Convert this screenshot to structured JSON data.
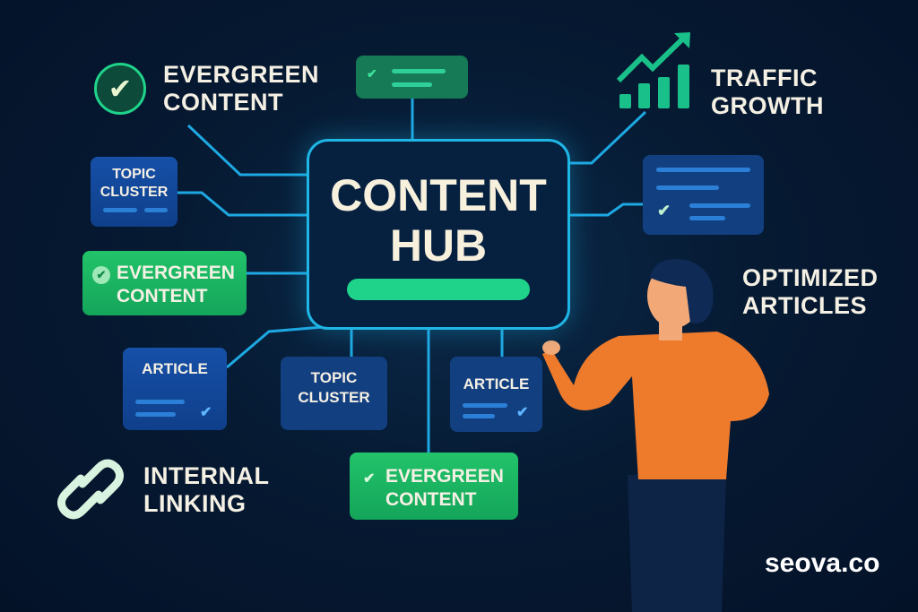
{
  "hub": {
    "line1": "CONTENT",
    "line2": "HUB"
  },
  "labels": {
    "evergreen_top": [
      "EVERGREEN",
      "CONTENT"
    ],
    "traffic": [
      "TRAFFIC",
      "GROWTH"
    ],
    "optimized": [
      "OPTIMIZED",
      "ARTICLES"
    ],
    "internal": [
      "INTERNAL",
      "LINKING"
    ]
  },
  "cards": {
    "topic1": [
      "TOPIC",
      "CLUSTER"
    ],
    "evergreen_left": [
      "EVERGREEN",
      "CONTENT"
    ],
    "article1": "ARTICLE",
    "topic2": [
      "TOPIC",
      "CLUSTER"
    ],
    "article2": "ARTICLE",
    "evergreen_bottom": [
      "EVERGREEN",
      "CONTENT"
    ]
  },
  "brand": "seova.co",
  "colors": {
    "accent": "#1fd38a",
    "line": "#1fa6e0",
    "card_blue": "#1650a8",
    "shirt": "#ee7a2c"
  }
}
